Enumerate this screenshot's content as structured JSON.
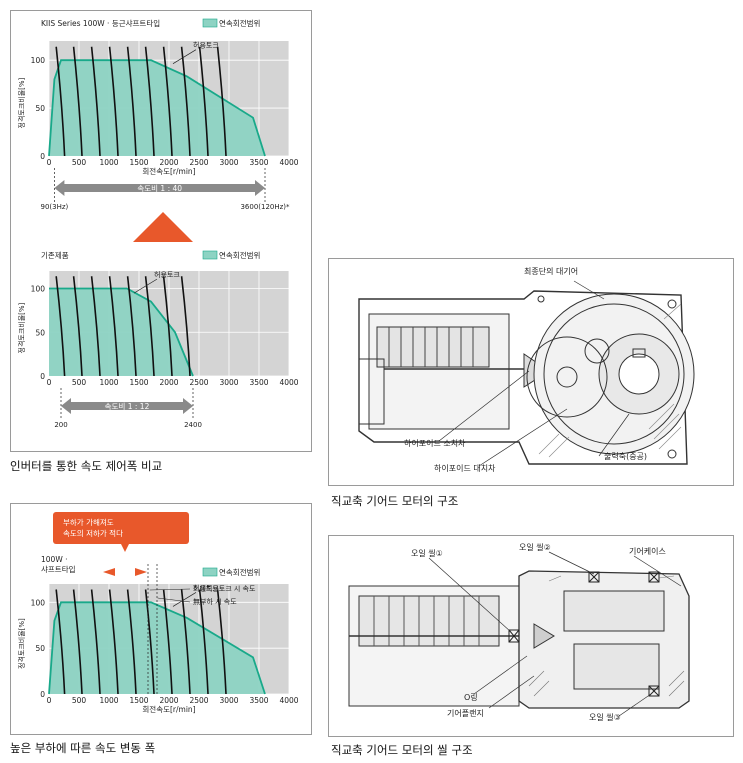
{
  "chart_data": [
    {
      "type": "area",
      "title": "KIIS Series 100W · 등근샤프트타입",
      "legend": "연속회전범위",
      "xlabel": "회전속도[r/min]",
      "ylabel": "정격토크비율[%]",
      "xticks": [
        "0",
        "500",
        "1000",
        "1500",
        "2000",
        "2500",
        "3000",
        "3500",
        "4000"
      ],
      "yticks": [
        "0",
        "50",
        "100"
      ],
      "xlim": [
        0,
        4000
      ],
      "ylim": [
        0,
        120
      ],
      "x": [
        0,
        90,
        200,
        1700,
        2300,
        3400,
        3600
      ],
      "y": [
        0,
        80,
        100,
        100,
        83,
        40,
        0
      ],
      "annotation": "허용토크",
      "range_label": "속도비 1 : 40",
      "range_left": "90(3Hz)",
      "range_right": "3600(120Hz)*"
    },
    {
      "type": "area",
      "title": "기존제품",
      "legend": "연속회전범위",
      "xlabel": "",
      "ylabel": "정격토크비율[%]",
      "xticks": [
        "0",
        "500",
        "1000",
        "1500",
        "2000",
        "2500",
        "3000",
        "3500",
        "4000"
      ],
      "yticks": [
        "0",
        "50",
        "100"
      ],
      "xlim": [
        0,
        4000
      ],
      "ylim": [
        0,
        120
      ],
      "x": [
        0,
        200,
        1300,
        1700,
        2100,
        2400
      ],
      "y": [
        100,
        100,
        100,
        85,
        50,
        0
      ],
      "annotation": "허용토크",
      "range_label": "속도비 1 : 12",
      "range_left": "200",
      "range_right": "2400"
    },
    {
      "type": "area",
      "title": "100W · 샤프트타입",
      "legend": "연속회전범위",
      "xlabel": "회전속도[r/min]",
      "ylabel": "정격토크비율[%]",
      "xticks": [
        "0",
        "500",
        "1000",
        "1500",
        "2000",
        "2500",
        "3000",
        "3500",
        "4000"
      ],
      "yticks": [
        "0",
        "50",
        "100"
      ],
      "xlim": [
        0,
        4000
      ],
      "ylim": [
        0,
        120
      ],
      "x": [
        0,
        90,
        200,
        1700,
        2300,
        3400,
        3600
      ],
      "y": [
        0,
        80,
        100,
        100,
        83,
        40,
        0
      ],
      "annotation": "허용토크",
      "label_max": "최대허용토크 시 속도",
      "label_noload": "無부하 시 속도",
      "callout": [
        "부하가 가해져도",
        "속도의 저하가 적다"
      ]
    }
  ],
  "captions": {
    "inverter_compare": "인버터를 통한 속도 제어폭 비교",
    "load_variation": "높은 부하에 따른 속도 변동 폭",
    "motor_structure": "직교축 기어드 모터의 구조",
    "seal_structure": "직교축 기어드 모터의 씰 구조"
  },
  "structure_labels": {
    "final_gear": "최종단의 대기어",
    "hypoid_pinion": "하이포이드 소치차",
    "hypoid_gear": "하이포이드 대치차",
    "output_shaft": "출력축(중공)"
  },
  "seal_labels": {
    "oil_seal_1": "오일 씰①",
    "oil_seal_2": "오일 씰②",
    "gear_case": "기어케이스",
    "o_ring": "O링",
    "gear_flange": "기어플랜지",
    "oil_seal_3": "오일 씰③"
  },
  "colors": {
    "fill": "#8dd3c3",
    "plot_bg": "#d4d4d4",
    "line": "#19a98a",
    "orange": "#e8582b"
  }
}
